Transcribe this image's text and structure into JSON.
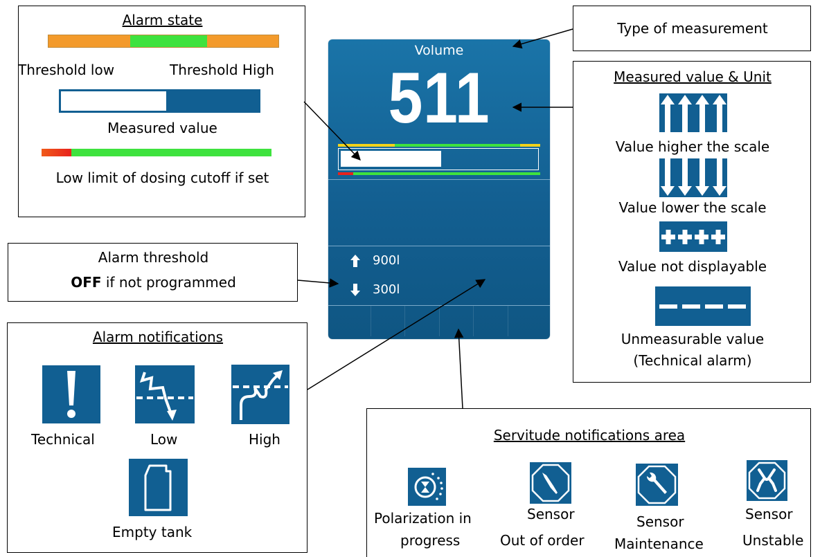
{
  "alarm_state_box": {
    "title": "Alarm state",
    "threshold_low": "Threshold low",
    "threshold_high": "Threshold High",
    "measured_value": "Measured value",
    "dosing_cutoff": "Low limit of dosing cutoff if set"
  },
  "alarm_threshold_box": {
    "line1": "Alarm threshold",
    "line2_bold": "OFF",
    "line2_rest": " if not programmed"
  },
  "alarm_notifications_box": {
    "title": "Alarm notifications",
    "items": [
      {
        "label": "Technical",
        "icon": "exclamation-icon"
      },
      {
        "label": "Low",
        "icon": "low-alarm-icon"
      },
      {
        "label": "High",
        "icon": "high-alarm-icon"
      },
      {
        "label": "Empty tank",
        "icon": "empty-tank-icon"
      }
    ]
  },
  "device": {
    "measurement_type": "Volume",
    "value": "511",
    "high_threshold": "900l",
    "low_threshold": "300l",
    "measured_fraction": 0.5
  },
  "type_box": {
    "label": "Type of measurement"
  },
  "measured_box": {
    "title": "Measured value & Unit",
    "items": [
      {
        "label": "Value higher the scale",
        "icon": "up-arrows-icon"
      },
      {
        "label": "Value lower the scale",
        "icon": "down-arrows-icon"
      },
      {
        "label": "Value not displayable",
        "icon": "plus-signs-icon"
      },
      {
        "label": "Unmeasurable value",
        "label2": "(Technical alarm)",
        "icon": "dashes-icon"
      }
    ]
  },
  "servitude_box": {
    "title": "Servitude notifications area",
    "items": [
      {
        "line1": "Polarization in",
        "line2": "progress",
        "icon": "polarization-icon"
      },
      {
        "line1": "Sensor",
        "line2": "Out of order",
        "icon": "sensor-out-of-order-icon"
      },
      {
        "line1": "Sensor",
        "line2": "Maintenance",
        "icon": "sensor-maintenance-icon"
      },
      {
        "line1": "Sensor",
        "line2": "Unstable",
        "icon": "sensor-unstable-icon"
      }
    ]
  },
  "colors": {
    "panel_blue": "#115f92",
    "alarm_orange": "#f39a2b",
    "ok_green": "#3ee23e",
    "warn_yellow": "#f2d21a",
    "cutoff_red": "#e8221c"
  }
}
